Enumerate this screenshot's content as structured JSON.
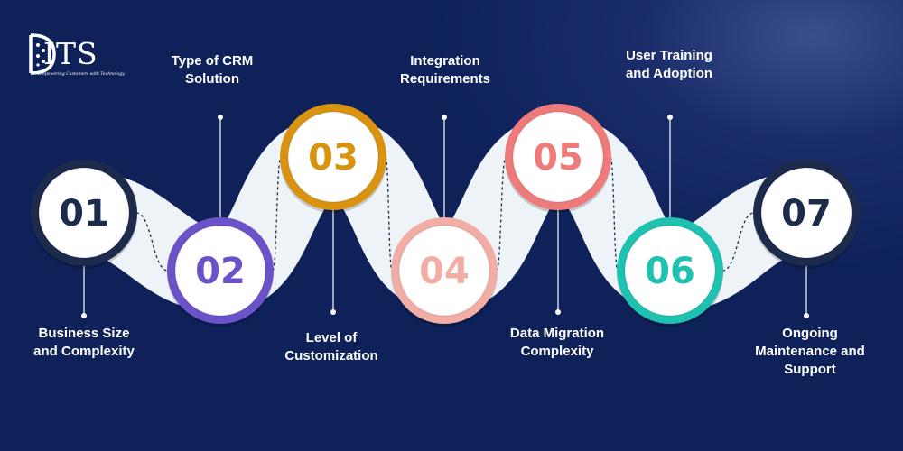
{
  "logo": {
    "text": "ITS",
    "tagline": "Empowering Customers with Technology"
  },
  "steps": [
    {
      "number": "01",
      "label": "Business Size\nand Complexity",
      "color": "#1c2a4b"
    },
    {
      "number": "02",
      "label": "Type of CRM\nSolution",
      "color": "#6b52c8"
    },
    {
      "number": "03",
      "label": "Level of\nCustomization",
      "color": "#d9930f"
    },
    {
      "number": "04",
      "label": "Integration\nRequirements",
      "color": "#f2aea4"
    },
    {
      "number": "05",
      "label": "Data Migration\nComplexity",
      "color": "#ef7a7a"
    },
    {
      "number": "06",
      "label": "User Training\nand Adoption",
      "color": "#1fc2b0"
    },
    {
      "number": "07",
      "label": "Ongoing\nMaintenance and\nSupport",
      "color": "#1c2a4b"
    }
  ],
  "colors": {
    "background": "#0e2159",
    "ribbon": "#eef3f8",
    "circle_fill": "#ffffff",
    "connector": "#ffffff"
  }
}
